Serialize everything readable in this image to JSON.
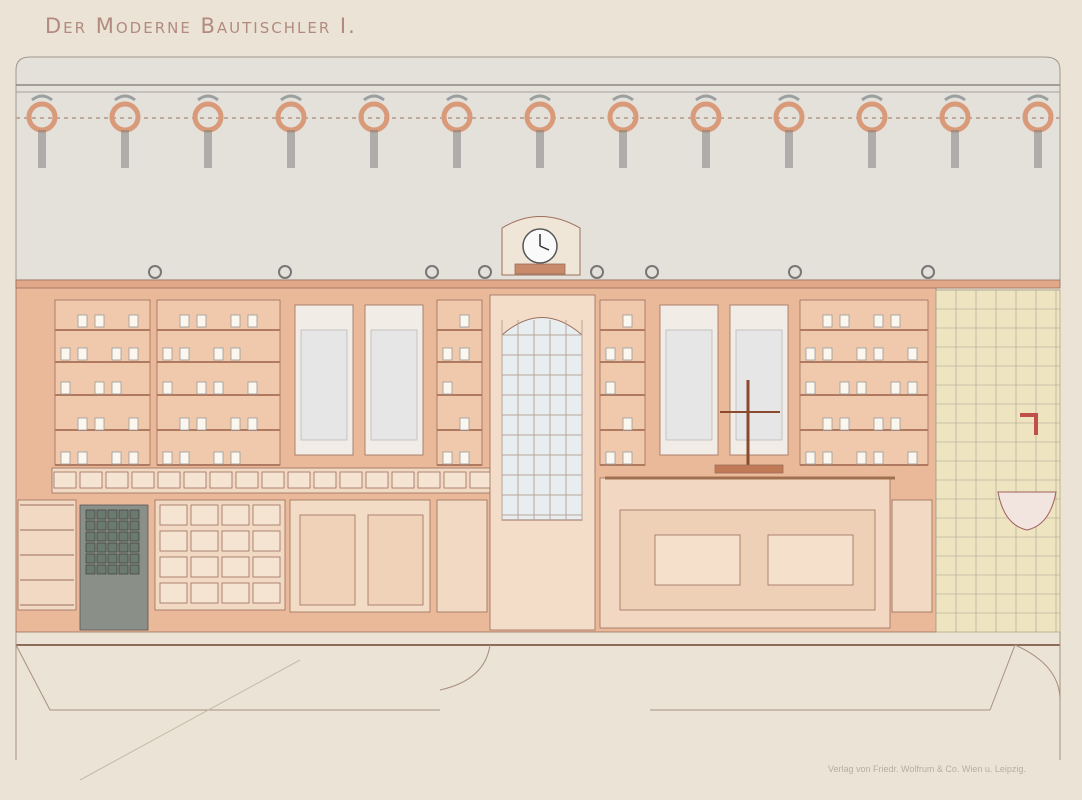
{
  "plate": {
    "title": "Der Moderne Bautischler I.",
    "publisher": "Verlag von Friedr. Wolfrum & Co. Wien u. Leipzig."
  },
  "colors": {
    "paper": "#ebe3d6",
    "wall": "#e4e0da",
    "cabinet": "#e9b99a",
    "cabinet_light": "#f1d9c4",
    "line": "#9c6f5c",
    "tile": "#efe4c0",
    "wreath": "#d99a7a"
  },
  "icons": [
    "wreath-ornament",
    "clock",
    "balance-scale",
    "water-tap",
    "wash-basin"
  ]
}
